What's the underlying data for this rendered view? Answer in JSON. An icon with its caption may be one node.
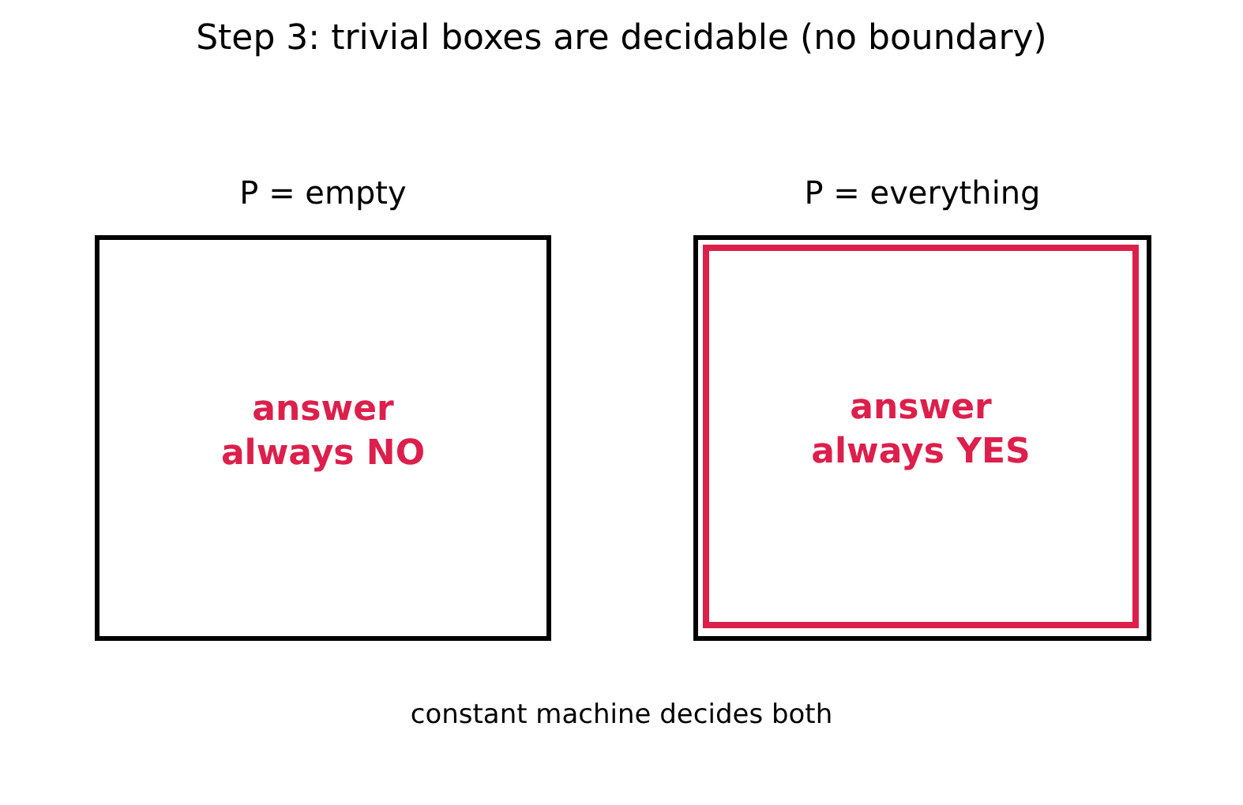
{
  "diagram": {
    "title": "Step 3: trivial boxes are decidable (no boundary)",
    "nodes": [
      {
        "text": [
          "P = empty",
          "answer always NO"
        ]
      },
      {
        "text": [
          "P = everything"
        ]
      },
      {
        "text": [
          "answer always YES"
        ],
        "in": 1
      }
    ],
    "caption": "constant machine decides both"
  }
}
